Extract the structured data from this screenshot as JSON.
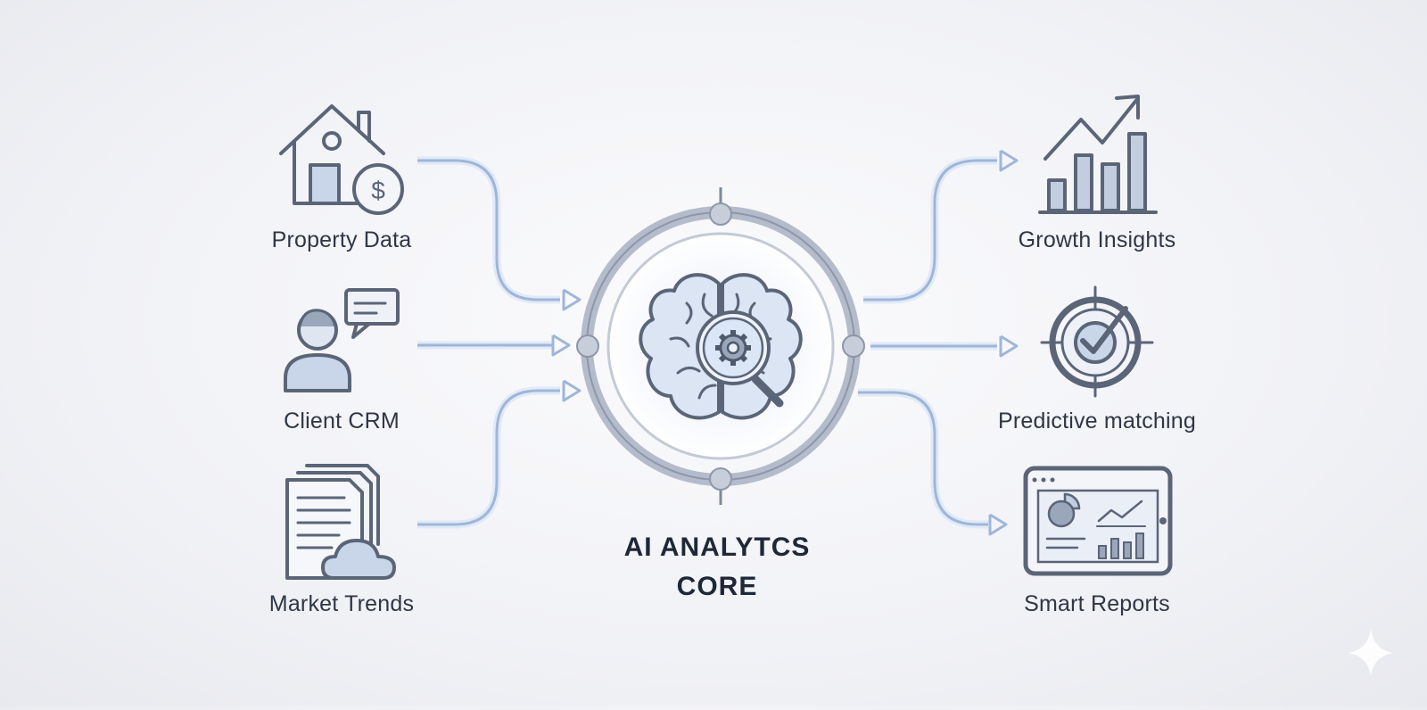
{
  "inputs": [
    {
      "label": "Property Data",
      "icon": "house-dollar-icon"
    },
    {
      "label": "Client CRM",
      "icon": "client-chat-icon"
    },
    {
      "label": "Market Trends",
      "icon": "documents-cloud-icon"
    }
  ],
  "outputs": [
    {
      "label": "Growth Insights",
      "icon": "growth-chart-icon"
    },
    {
      "label": "Predictive matching",
      "icon": "target-check-icon"
    },
    {
      "label": "Smart Reports",
      "icon": "tablet-report-icon"
    }
  ],
  "core": {
    "title_line1": "AI ANALYTCS",
    "title_line2": "CORE",
    "icon": "brain-magnifier-gear-icon"
  },
  "colors": {
    "flow": "#9fb6d8",
    "icon_stroke": "#5b6578",
    "icon_fill": "#c9d6ea"
  }
}
